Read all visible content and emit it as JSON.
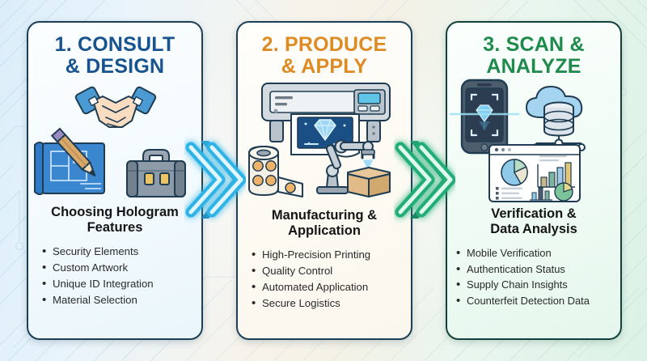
{
  "infographic": {
    "background": {
      "left_tint": "#dceefa",
      "middle_tint": "#f7f3ea",
      "right_tint": "#dcf2e6",
      "circuit_line_color": "#b9d6e8"
    },
    "panels": [
      {
        "id": "consult-design",
        "number": "1.",
        "heading_line_1": "1. CONSULT",
        "heading_line_2": "& DESIGN",
        "heading_color": "#17538e",
        "border_color": "#1c3f55",
        "background_color": "#f3fafd",
        "subtitle_line_1": "Choosing Hologram",
        "subtitle_line_2": "Features",
        "icons": [
          "handshake-icon",
          "blueprint-pencil-icon",
          "briefcase-icon"
        ],
        "bullets": [
          "Security Elements",
          "Custom Artwork",
          "Unique ID Integration",
          "Material Selection"
        ]
      },
      {
        "id": "produce-apply",
        "number": "2.",
        "heading_line_1": "2. PRODUCE",
        "heading_line_2": "& APPLY",
        "heading_color": "#dd8b22",
        "border_color": "#1c3f55",
        "background_color": "#fdfaf3",
        "subtitle_line_1": "Manufacturing &",
        "subtitle_line_2": "Application",
        "icons": [
          "hologram-printer-icon",
          "label-roll-icon",
          "robot-arm-box-icon"
        ],
        "bullets": [
          "High-Precision Printing",
          "Quality Control",
          "Automated Application",
          "Secure Logistics"
        ]
      },
      {
        "id": "scan-analyze",
        "number": "3.",
        "heading_line_1": "3. SCAN &",
        "heading_line_2": "ANALYZE",
        "heading_color": "#1e8b4c",
        "border_color": "#12403a",
        "background_color": "#f0fbf5",
        "subtitle_line_1": "Verification &",
        "subtitle_line_2": "Data Analysis",
        "icons": [
          "phone-scan-hologram-icon",
          "cloud-database-icon",
          "analytics-dashboard-icon"
        ],
        "bullets": [
          "Mobile Verification",
          "Authentication Status",
          "Supply Chain Insights",
          "Counterfeit Detection Data"
        ]
      }
    ],
    "arrows": [
      {
        "id": "arrow-step1-to-step2",
        "name": "double-chevron-arrow-icon",
        "color": "#1f90c8",
        "glow": "#7fd4f5",
        "direction": "right"
      },
      {
        "id": "arrow-step2-to-step3",
        "name": "double-chevron-arrow-icon",
        "color": "#17archive",
        "glow": "#8fe8c0",
        "direction": "right"
      }
    ]
  }
}
